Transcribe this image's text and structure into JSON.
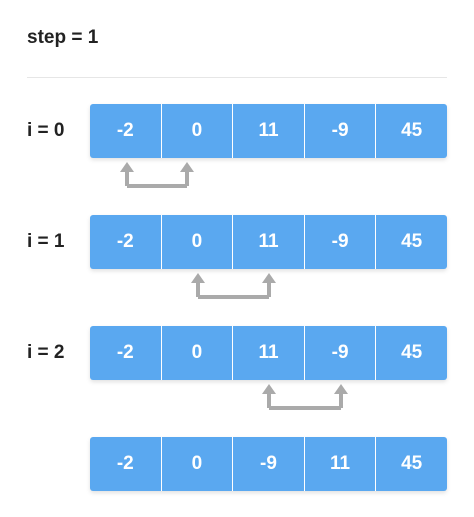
{
  "title": "step = 1",
  "colors": {
    "cell": "#5aa8f0",
    "arrow": "#aaaaaa"
  },
  "rows": [
    {
      "label": "i = 0",
      "values": [
        "-2",
        "0",
        "11",
        "-9",
        "45"
      ],
      "swap": [
        0,
        1
      ]
    },
    {
      "label": "i = 1",
      "values": [
        "-2",
        "0",
        "11",
        "-9",
        "45"
      ],
      "swap": [
        1,
        2
      ]
    },
    {
      "label": "i = 2",
      "values": [
        "-2",
        "0",
        "11",
        "-9",
        "45"
      ],
      "swap": [
        2,
        3
      ]
    },
    {
      "label": "",
      "values": [
        "-2",
        "0",
        "-9",
        "11",
        "45"
      ],
      "swap": null
    }
  ]
}
